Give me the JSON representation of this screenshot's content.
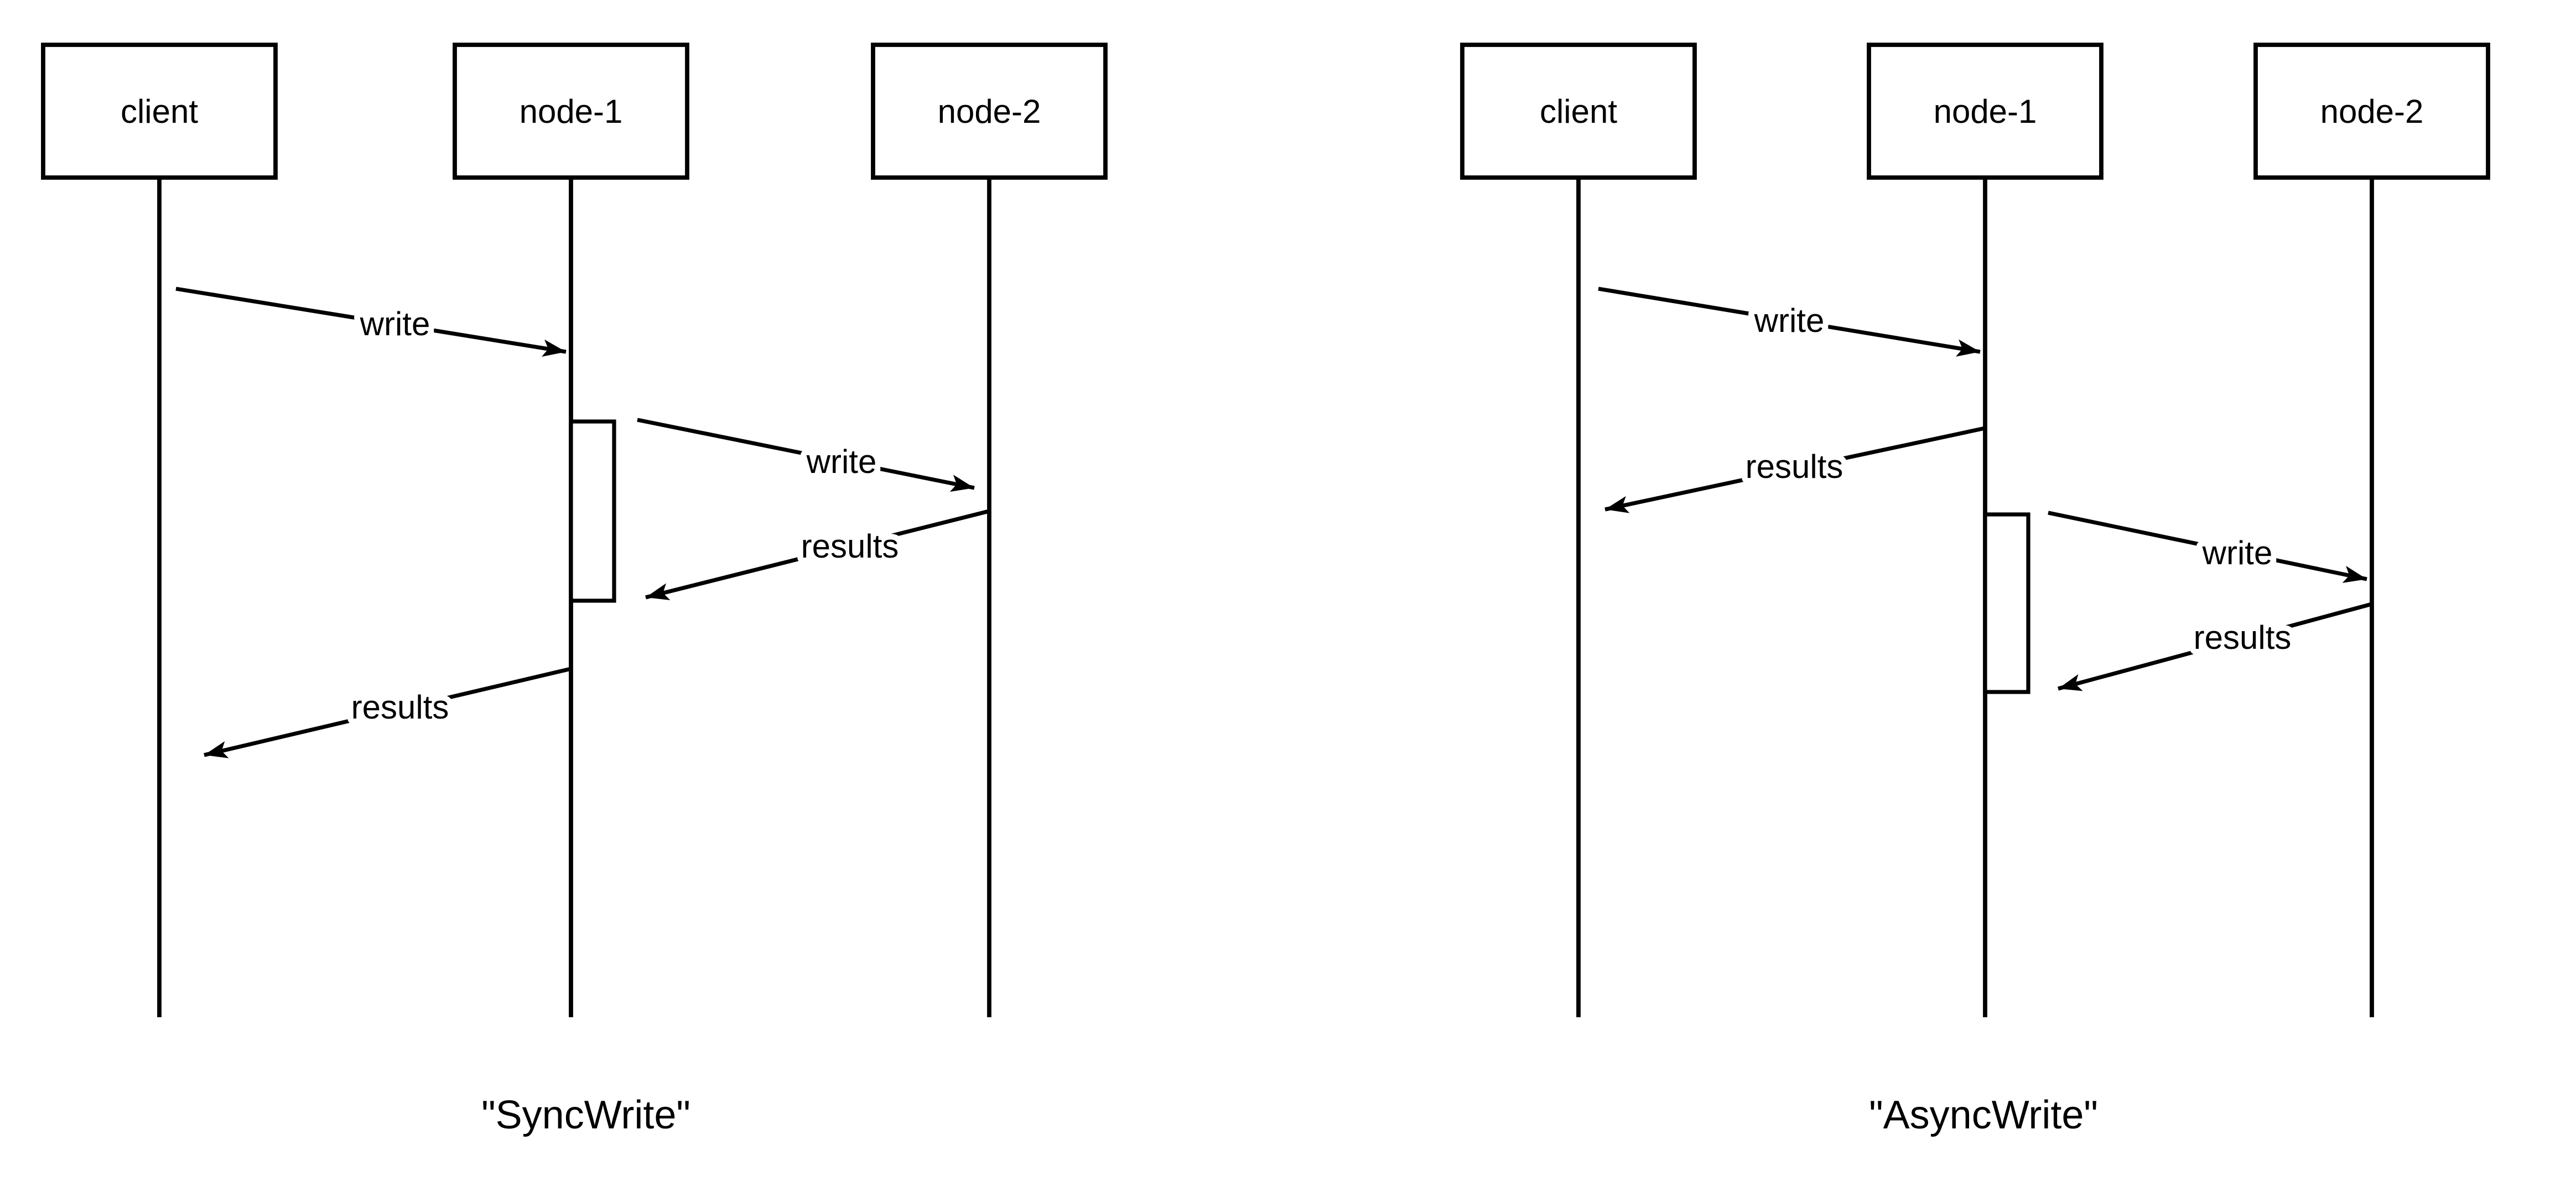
{
  "canvas": {
    "background_color": "#ffffff",
    "line_color": "#000000"
  },
  "diagrams": [
    {
      "caption": "\"SyncWrite\"",
      "actors": [
        {
          "label": "client"
        },
        {
          "label": "node-1"
        },
        {
          "label": "node-2"
        }
      ],
      "messages": [
        {
          "from": "client",
          "to": "node-1",
          "label": "write"
        },
        {
          "from": "node-1",
          "to": "node-2",
          "label": "write"
        },
        {
          "from": "node-2",
          "to": "node-1",
          "label": "results"
        },
        {
          "from": "node-1",
          "to": "client",
          "label": "results"
        }
      ]
    },
    {
      "caption": "\"AsyncWrite\"",
      "actors": [
        {
          "label": "client"
        },
        {
          "label": "node-1"
        },
        {
          "label": "node-2"
        }
      ],
      "messages": [
        {
          "from": "client",
          "to": "node-1",
          "label": "write"
        },
        {
          "from": "node-1",
          "to": "client",
          "label": "results"
        },
        {
          "from": "node-1",
          "to": "node-2",
          "label": "write"
        },
        {
          "from": "node-2",
          "to": "node-1",
          "label": "results"
        }
      ]
    }
  ]
}
